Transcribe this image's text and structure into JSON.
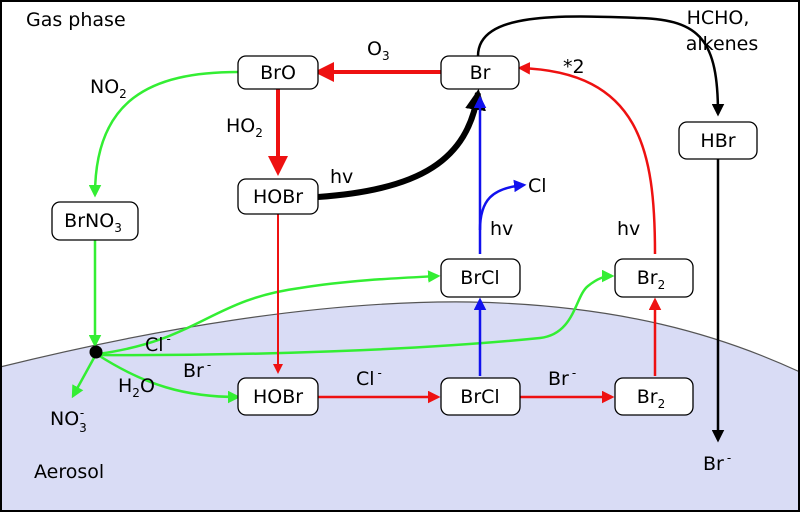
{
  "regions": {
    "gas_phase": "Gas phase",
    "aerosol": "Aerosol"
  },
  "species": {
    "bro": "BrO",
    "br": "Br",
    "hobr_gas": "HOBr",
    "brno3": "BrNO",
    "brno3_sub": "3",
    "hbr": "HBr",
    "brcl_gas": "BrCl",
    "br2_gas": "Br",
    "br2_gas_sub": "2",
    "hobr_aq": "HOBr",
    "brcl_aq": "BrCl",
    "br2_aq": "Br",
    "br2_aq_sub": "2"
  },
  "labels": {
    "o3": "O",
    "o3_sub": "3",
    "no2": "NO",
    "no2_sub": "2",
    "ho2": "HO",
    "ho2_sub": "2",
    "hv_hobr": "hv",
    "hv_brcl": "hv",
    "hv_br2": "hv",
    "cl_product": "Cl",
    "times2": "*2",
    "hcho_line1": "HCHO,",
    "hcho_line2": "alkenes",
    "cl_minus_1": "Cl",
    "cl_minus_1_sup": "-",
    "br_minus_1": "Br",
    "br_minus_1_sup": "-",
    "h2o": "H",
    "h2o_sub": "2",
    "h2o_end": "O",
    "no3": "NO",
    "no3_sub": "3",
    "no3_sup": "-",
    "cl_minus_2": "Cl",
    "cl_minus_2_sup": "-",
    "br_minus_2": "Br",
    "br_minus_2_sup": "-",
    "br_minus_out": "Br",
    "br_minus_out_sup": "-"
  },
  "colors": {
    "green": "#33ee33",
    "red": "#ee1111",
    "blue": "#1111ee",
    "black": "#000000",
    "aerosol_fill": "#d9dcf5",
    "box_fill": "#ffffff"
  }
}
